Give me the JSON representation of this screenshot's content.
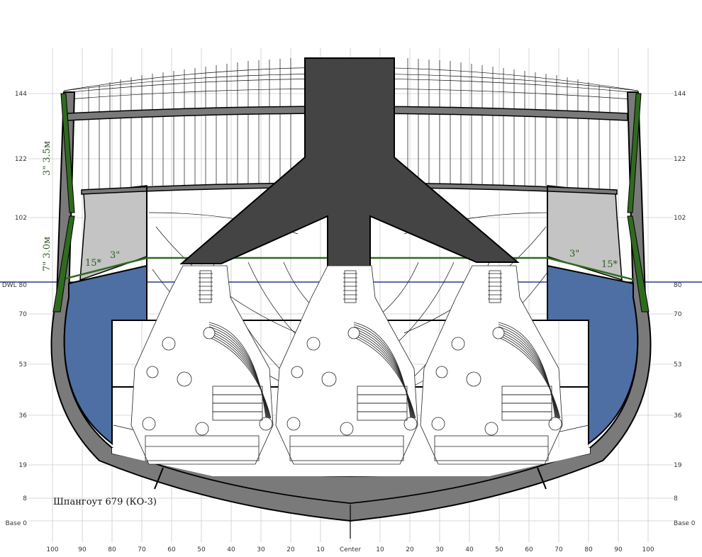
{
  "caption": "Шпангоут 679 (КО-3)",
  "y_scale": {
    "left": [
      "144",
      "122",
      "102",
      "DWL 80",
      "70",
      "53",
      "36",
      "19",
      "8",
      "Base 0"
    ],
    "right": [
      "144",
      "122",
      "102",
      "80",
      "70",
      "53",
      "36",
      "19",
      "8",
      "Base 0"
    ]
  },
  "x_scale": [
    "100",
    "90",
    "80",
    "70",
    "60",
    "50",
    "40",
    "30",
    "20",
    "10",
    "Center",
    "10",
    "20",
    "30",
    "40",
    "50",
    "60",
    "70",
    "80",
    "90",
    "100"
  ],
  "armor_labels": {
    "upper_belt_left": "3\" 3.5м",
    "lower_belt_left": "7\" 3.0м",
    "deck_left": "3\"",
    "slope_left": "15*",
    "deck_right": "3\"",
    "slope_right": "15*"
  },
  "colors": {
    "hull": "#7a7a7a",
    "uptake": "#444444",
    "coal_bunker": "#4d6fa3",
    "upper_bunker": "#c4c4c4",
    "armor": "#2f6b1f",
    "grid": "#cccccc"
  },
  "icons": {
    "boiler": "engine-boiler-drawing"
  }
}
